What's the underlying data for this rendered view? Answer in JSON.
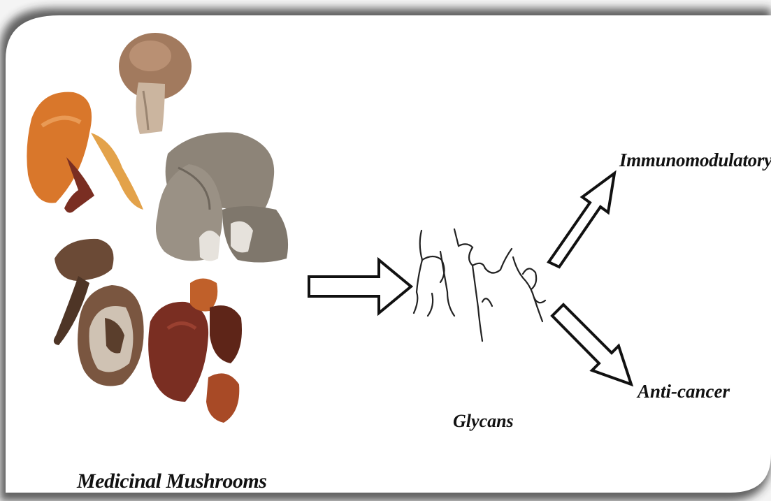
{
  "labels": {
    "source": "Medicinal Mushrooms",
    "molecule": "Glycans",
    "effect_top": "Immunomodulatory",
    "effect_bottom": "Anti-cancer"
  },
  "icons": [
    "mushroom-cluster-image",
    "glycan-chain-icon",
    "hollow-arrow-icon"
  ],
  "colors": {
    "frame_shadow": "#3a3a3a",
    "background": "#ffffff",
    "text": "#111111",
    "reishi_orange": "#d9772b",
    "reishi_dark": "#7a2e22",
    "oyster_gray": "#8d8478",
    "shiitake_brown": "#6b4a36",
    "button_mushroom": "#a27a5e"
  }
}
